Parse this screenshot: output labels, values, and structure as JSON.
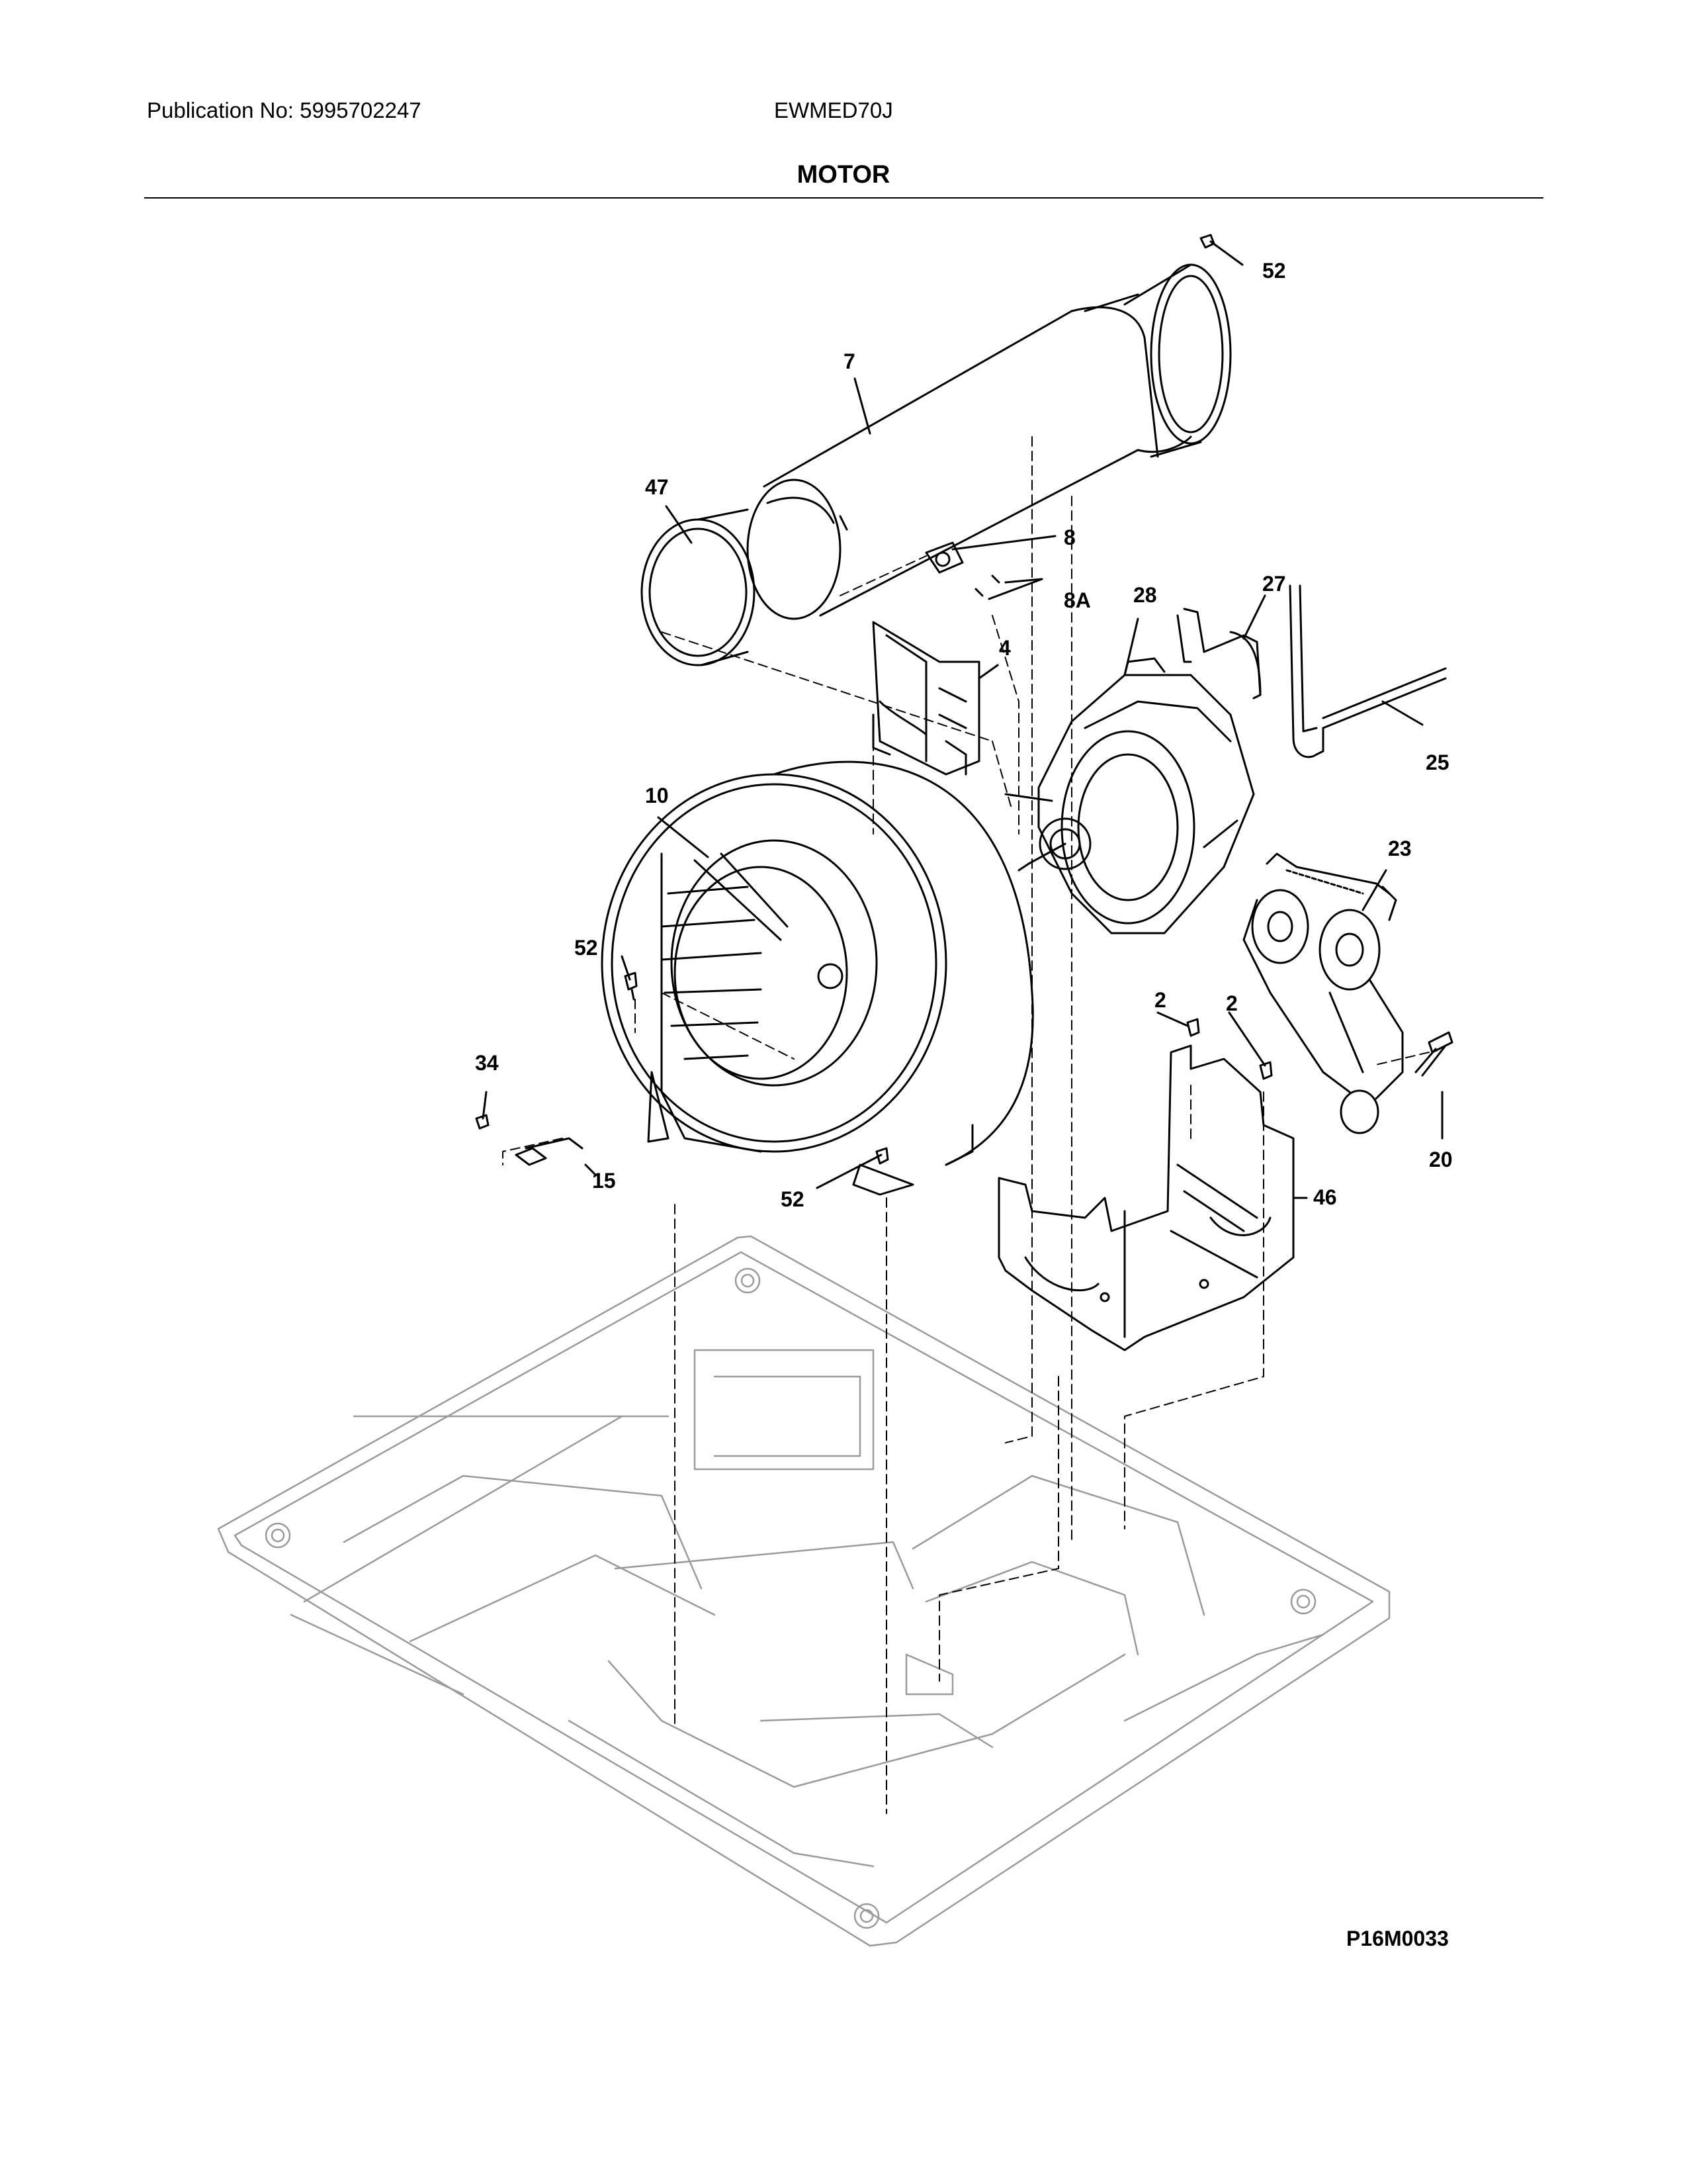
{
  "header": {
    "publication": "Publication No: 5995702247",
    "model": "EWMED70J",
    "title": "MOTOR"
  },
  "figure_code": "P16M0033",
  "callouts": [
    {
      "id": "c52a",
      "label": "52"
    },
    {
      "id": "c7",
      "label": "7"
    },
    {
      "id": "c47",
      "label": "47"
    },
    {
      "id": "c8",
      "label": "8"
    },
    {
      "id": "c8a",
      "label": "8A"
    },
    {
      "id": "c28",
      "label": "28"
    },
    {
      "id": "c27",
      "label": "27"
    },
    {
      "id": "c4",
      "label": "4"
    },
    {
      "id": "c25",
      "label": "25"
    },
    {
      "id": "c10",
      "label": "10"
    },
    {
      "id": "c23",
      "label": "23"
    },
    {
      "id": "c52b",
      "label": "52"
    },
    {
      "id": "c2a",
      "label": "2"
    },
    {
      "id": "c2b",
      "label": "2"
    },
    {
      "id": "c34",
      "label": "34"
    },
    {
      "id": "c20",
      "label": "20"
    },
    {
      "id": "c15",
      "label": "15"
    },
    {
      "id": "c52c",
      "label": "52"
    },
    {
      "id": "c46",
      "label": "46"
    }
  ]
}
